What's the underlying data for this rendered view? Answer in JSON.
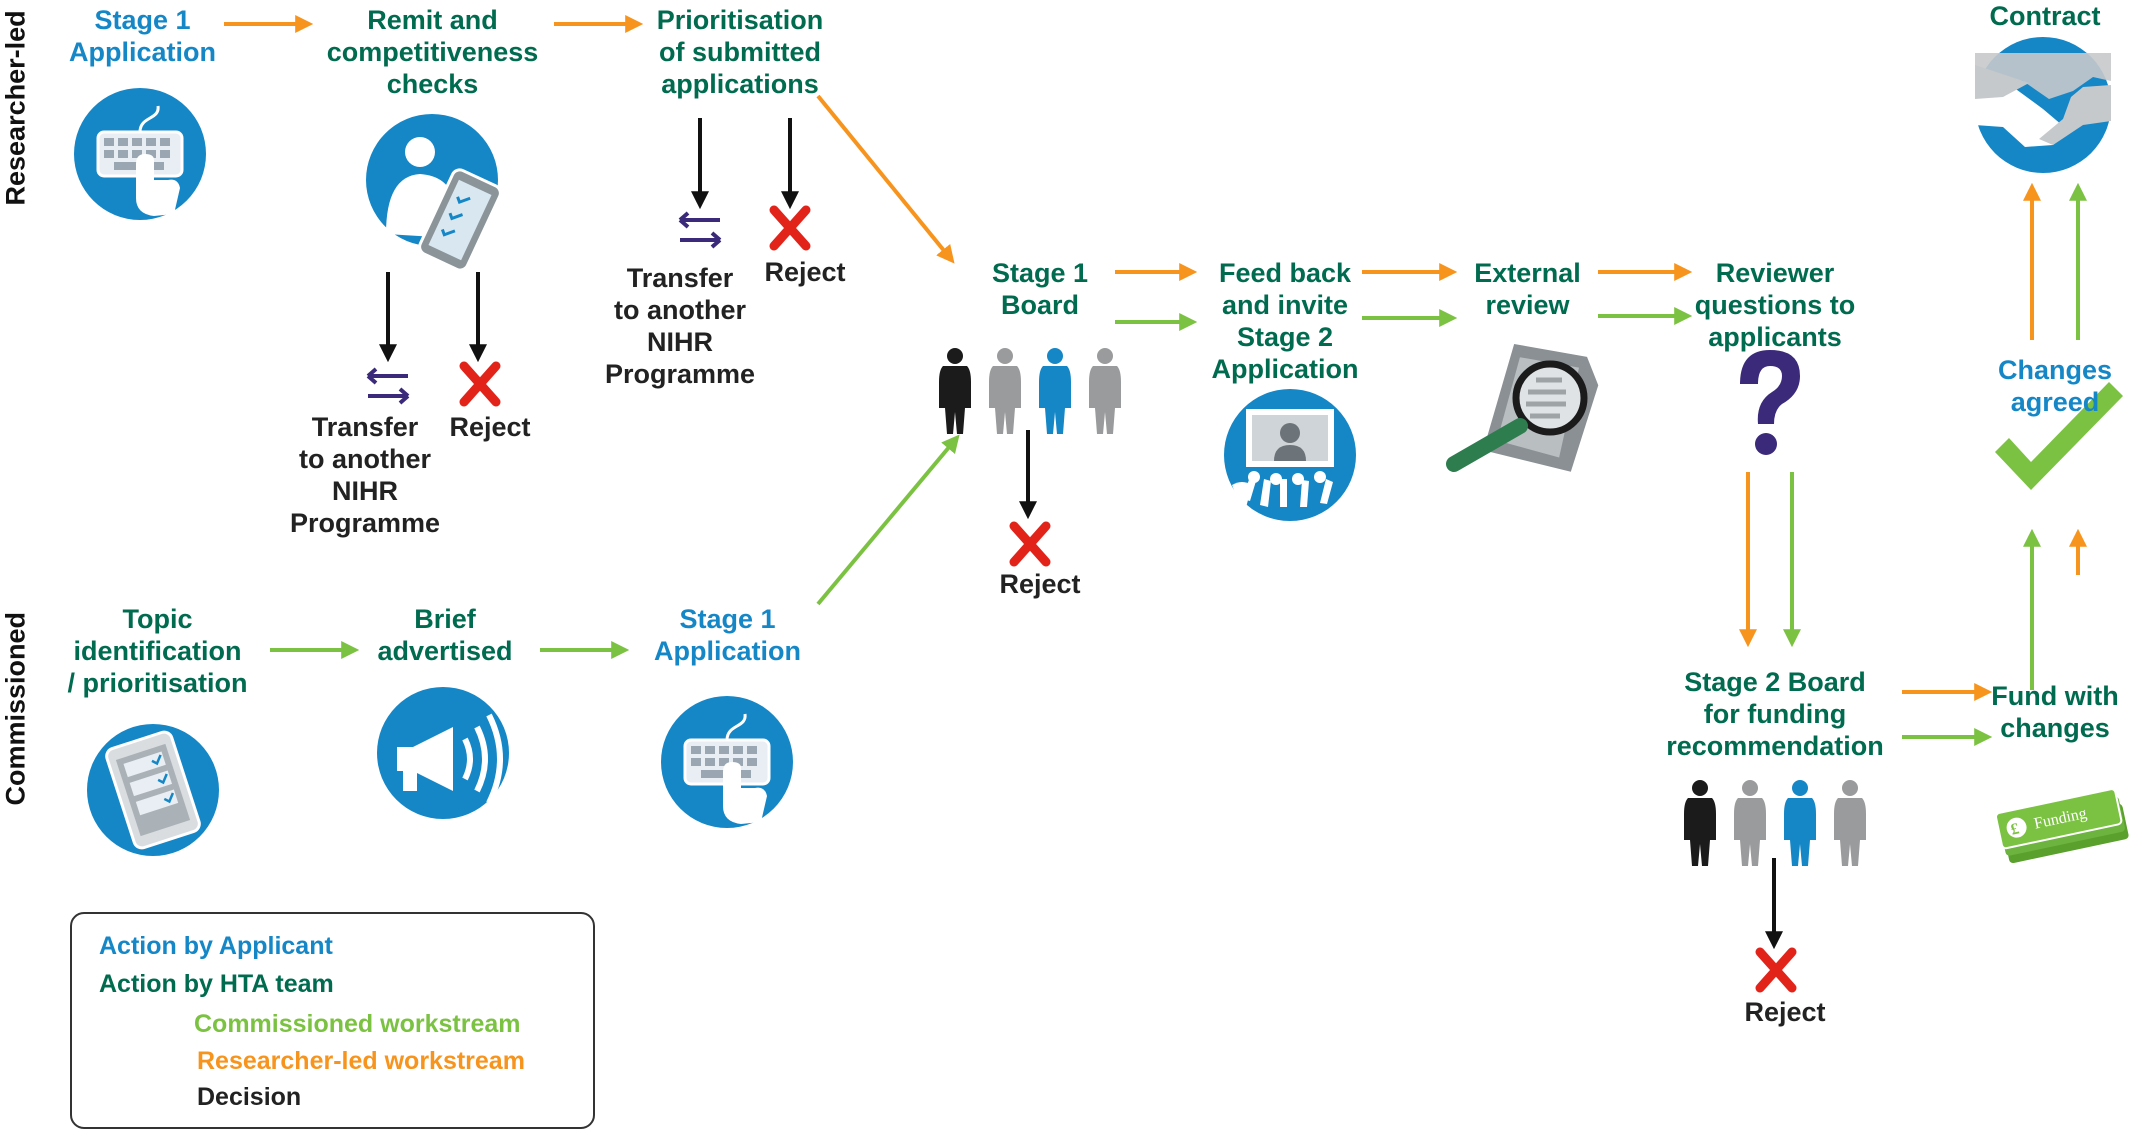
{
  "lanes": {
    "researcher_led": "Researcher-led",
    "commissioned": "Commissioned"
  },
  "nodes": {
    "rl_stage1_application": "Stage 1\nApplication",
    "remit_checks": "Remit and\ncompetitiveness\nchecks",
    "prioritisation": "Prioritisation\nof submitted\napplications",
    "transfer_1": "Transfer\nto another\nNIHR\nProgramme",
    "reject_1": "Reject",
    "transfer_2": "Transfer\nto another\nNIHR\nProgramme",
    "reject_2": "Reject",
    "stage1_board": "Stage 1\nBoard",
    "reject_board1": "Reject",
    "feed_back": "Feed back\nand invite\nStage 2\nApplication",
    "external_review": "External\nreview",
    "reviewer_questions": "Reviewer\nquestions to\napplicants",
    "contract": "Contract",
    "changes_agreed": "Changes\nagreed",
    "stage2_board": "Stage 2 Board\nfor funding\nrecommendation",
    "reject_board2": "Reject",
    "fund_with_changes": "Fund with\nchanges",
    "topic_identification": "Topic\nidentification\n/ prioritisation",
    "brief_advertised": "Brief\nadvertised",
    "cm_stage1_application": "Stage 1\nApplication",
    "funding_note": "Funding"
  },
  "legend": {
    "applicant": "Action by Applicant",
    "hta_team": "Action by HTA team",
    "commissioned": "Commissioned workstream",
    "researcher_led": "Researcher-led workstream",
    "decision": "Decision"
  },
  "icons": {
    "keyboard": "keyboard-hand-icon",
    "checklist": "person-checklist-icon",
    "transfer": "transfer-arrows-icon",
    "reject": "red-cross-icon",
    "people": "people-group-icon",
    "presentation": "presentation-audience-icon",
    "magnifier": "magnifier-document-icon",
    "question": "question-mark-icon",
    "handshake": "handshake-icon",
    "tick": "green-tick-icon",
    "money": "banknotes-icon",
    "tablet": "tablet-checklist-icon",
    "megaphone": "megaphone-icon"
  },
  "colors": {
    "hta_team": "#006b4f",
    "applicant": "#1587c7",
    "commissioned": "#7cc242",
    "researcher_led": "#f7941d",
    "decision": "#222222",
    "reject": "#e2231a",
    "transfer": "#3b2a7a"
  }
}
